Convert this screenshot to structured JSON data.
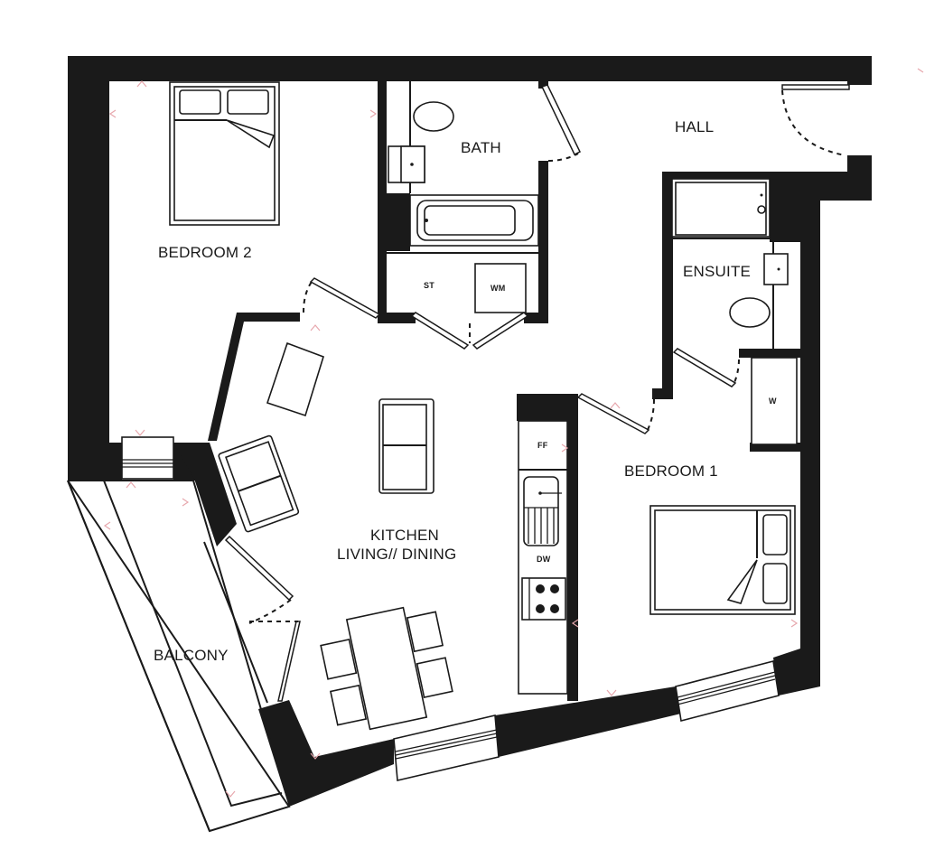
{
  "floorplan": {
    "rooms": {
      "bedroom2": "BEDROOM 2",
      "bath": "BATH",
      "hall": "HALL",
      "ensuite": "ENSUITE",
      "bedroom1": "BEDROOM 1",
      "kitchen_line1": "KITCHEN",
      "kitchen_line2": "LIVING// DINING",
      "balcony": "BALCONY"
    },
    "fixtures": {
      "storage": "ST",
      "washing_machine": "WM",
      "wardrobe": "W",
      "fridge_freezer": "FF",
      "dishwasher": "DW"
    },
    "colors": {
      "wall": "#1a1a1a",
      "background": "#ffffff",
      "dimension_marks": "#e7a7ad"
    }
  }
}
